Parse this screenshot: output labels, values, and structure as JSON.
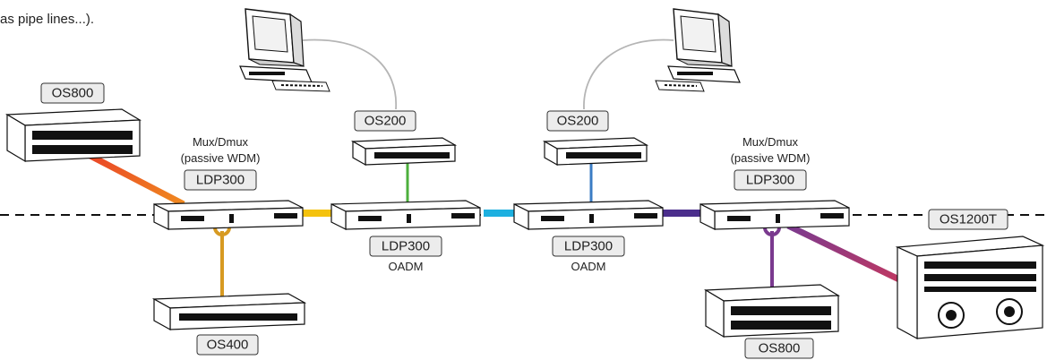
{
  "intro_text": "as pipe lines...).",
  "nodes": {
    "os800_top": "OS800",
    "mux_left_title": "Mux/Dmux",
    "mux_left_sub": "(passive WDM)",
    "mux_left_label": "LDP300",
    "os200_left": "OS200",
    "os200_right": "OS200",
    "oadm_left_label": "LDP300",
    "oadm_left_sub": "OADM",
    "oadm_right_label": "LDP300",
    "oadm_right_sub": "OADM",
    "mux_right_title": "Mux/Dmux",
    "mux_right_sub": "(passive WDM)",
    "mux_right_label": "LDP300",
    "os1200t": "OS1200T",
    "os400": "OS400",
    "os800_bottom": "OS800"
  },
  "colors": {
    "ring_dash": "#111111",
    "link_os800_a": "#e8322a",
    "link_os800_b": "#f08a1f",
    "link_left_mid": "#f4c20d",
    "link_mid": "#1db0e0",
    "link_right": "#4b2e8c",
    "link_os400": "#d79a22",
    "link_os200_left": "#4caf3c",
    "link_os200_right": "#3b7cc4",
    "link_os800_bottom": "#7a3a8f",
    "link_os1200t_a": "#7a3a8f",
    "link_os1200t_b": "#c23860",
    "pc_cable": "#b5b5b5"
  },
  "icons": [
    "desktop-computer-icon",
    "rack-switch-icon",
    "ldp300-unit-icon",
    "os1200t-chassis-icon"
  ]
}
